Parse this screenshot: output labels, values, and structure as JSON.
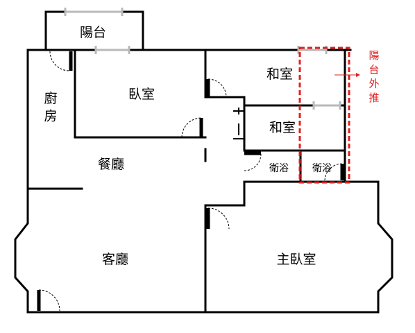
{
  "rooms": {
    "balcony": "陽台",
    "kitchen": "廚房",
    "bedroom": "臥室",
    "japanese_room_1": "和室",
    "japanese_room_2": "和室",
    "dining_room": "餐廳",
    "bathroom_1": "衛浴",
    "bathroom_2": "衛浴",
    "living_room": "客廳",
    "master_bedroom": "主臥室"
  },
  "annotation": {
    "text": "陽台外推",
    "color": "#e02020"
  },
  "colors": {
    "wall": "#000000",
    "window": "#b9b9b9",
    "highlight": "#e02020"
  }
}
